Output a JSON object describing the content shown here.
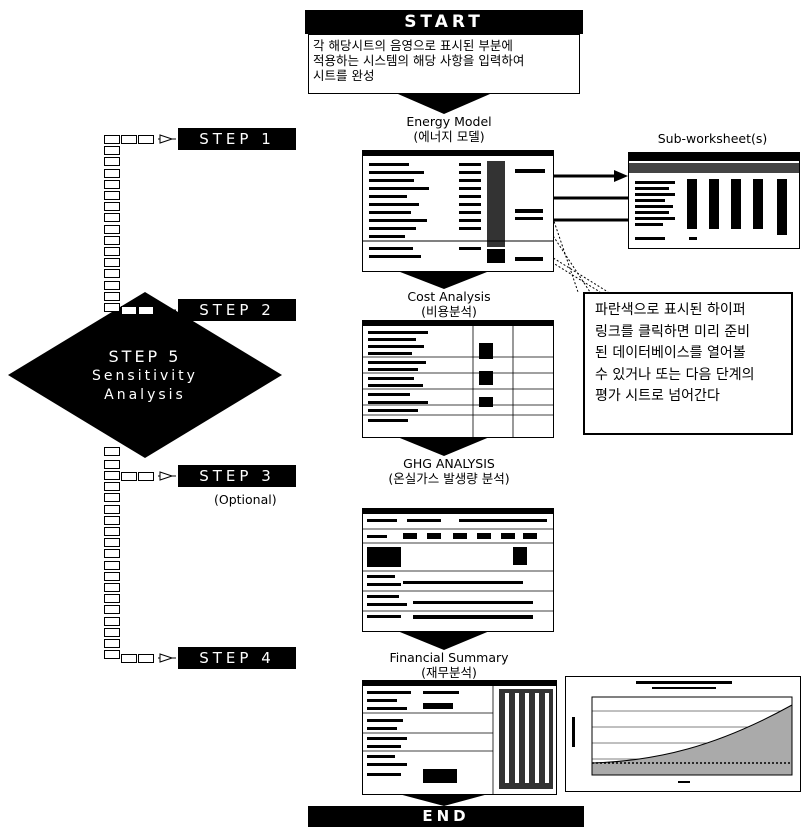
{
  "start": {
    "label": "START"
  },
  "intro": {
    "lines": [
      "각 해당시트의 음영으로 표시된 부분에",
      "적용하는 시스템의 해당 사항을 입력하여",
      "시트를 완성"
    ]
  },
  "steps": [
    {
      "label": "STEP 1"
    },
    {
      "label": "STEP 2"
    },
    {
      "label": "STEP 3",
      "note": "(Optional)"
    },
    {
      "label": "STEP 4"
    }
  ],
  "step5": {
    "line1": "STEP 5",
    "line2": "Sensitivity",
    "line3": "Analysis"
  },
  "sheets": {
    "energy": {
      "title": "Energy Model",
      "subtitle": "(에너지 모델)"
    },
    "sub": {
      "title": "Sub-worksheet(s)"
    },
    "cost": {
      "title": "Cost Analysis",
      "subtitle": "(비용분석)"
    },
    "ghg": {
      "title": "GHG ANALYSIS",
      "subtitle": "(온실가스 발생량 분석)"
    },
    "financial": {
      "title": "Financial Summary",
      "subtitle": "(재무분석)"
    }
  },
  "callout": {
    "lines": [
      "파란색으로 표시된 하이퍼",
      "링크를 클릭하면 미리 준비",
      "된 데이터베이스를 열어볼",
      "수 있거나 또는 다음 단계의",
      "평가 시트로 넘어간다"
    ]
  },
  "end": {
    "label": "END"
  }
}
